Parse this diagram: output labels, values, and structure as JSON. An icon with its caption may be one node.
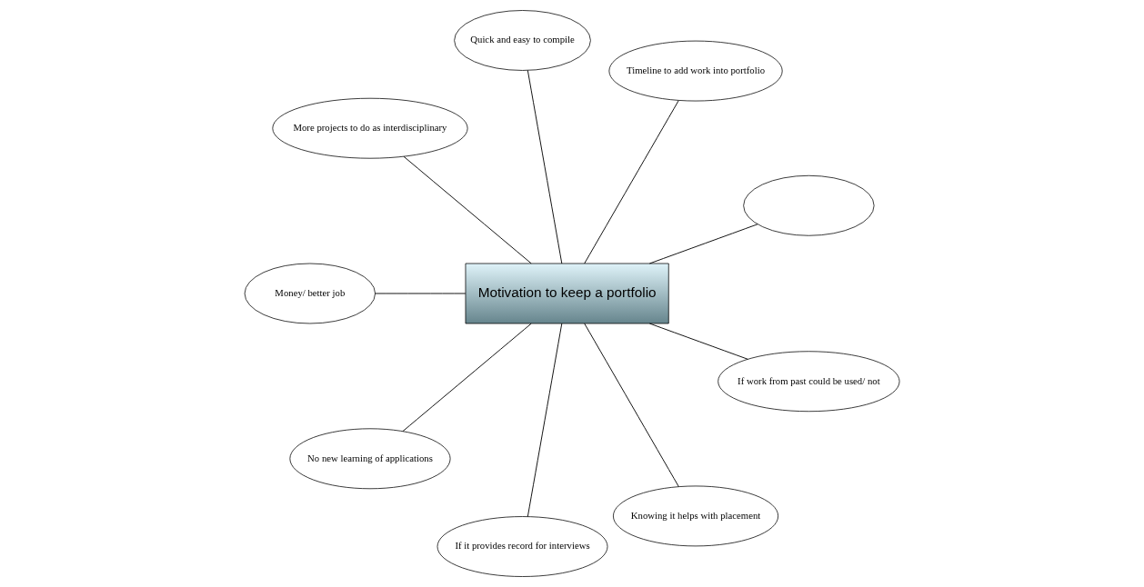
{
  "diagram": {
    "nodes": [
      {
        "text": [
          "Motivation to keep a portfolio"
        ]
      },
      {
        "text": [],
        "shape": "ellipse"
      },
      {
        "text": [
          "Timeline to add work into portfolio"
        ]
      },
      {
        "text": [
          "Quick and easy to compile"
        ]
      },
      {
        "text": [
          "More projects to do as interdisciplinary"
        ]
      },
      {
        "text": [
          "Money/ better job"
        ]
      },
      {
        "text": [
          "No new learning of applications"
        ]
      },
      {
        "text": [
          "If it provides record for interviews"
        ]
      },
      {
        "text": [
          "Knowing it helps with placement"
        ]
      },
      {
        "text": [
          "If work from past could be used/ not"
        ]
      }
    ],
    "edges": [
      {
        "from": 0,
        "to": 1,
        "arrow": "none"
      },
      {
        "from": 0,
        "to": 2,
        "arrow": "none"
      },
      {
        "from": 0,
        "to": 3,
        "arrow": "none"
      },
      {
        "from": 0,
        "to": 4,
        "arrow": "none"
      },
      {
        "from": 0,
        "to": 5,
        "arrow": "none"
      },
      {
        "from": 0,
        "to": 6,
        "arrow": "none"
      },
      {
        "from": 0,
        "to": 7,
        "arrow": "none"
      },
      {
        "from": 0,
        "to": 8,
        "arrow": "none"
      },
      {
        "from": 0,
        "to": 9,
        "arrow": "none"
      }
    ]
  }
}
